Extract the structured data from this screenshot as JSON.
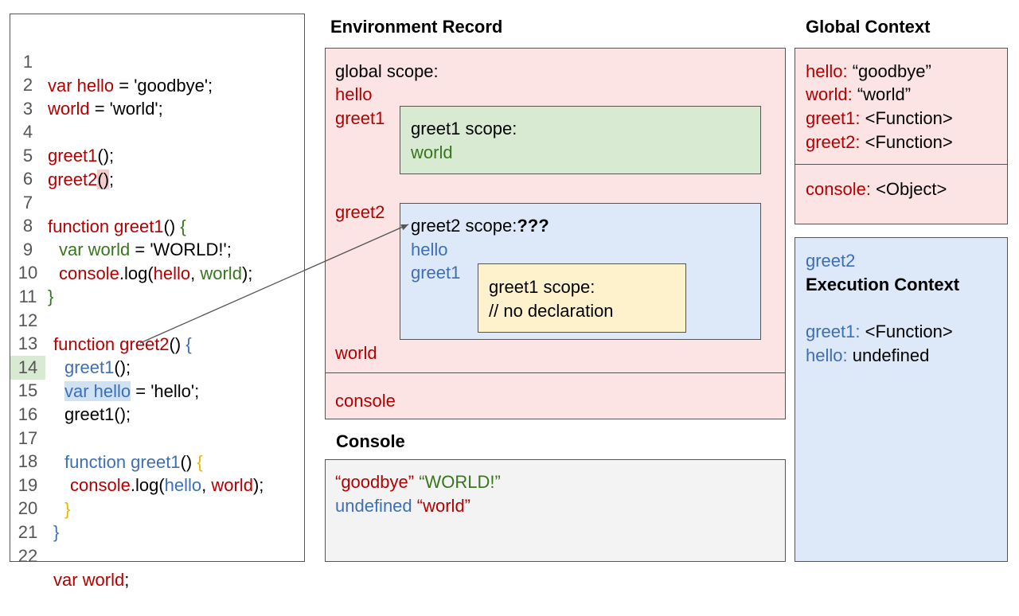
{
  "code": {
    "lines": [
      {
        "n": "1",
        "parts": [
          "var hello",
          " = 'goodbye';"
        ]
      },
      {
        "n": "2",
        "parts": [
          "world",
          " = 'world';"
        ]
      },
      {
        "n": "3",
        "parts": []
      },
      {
        "n": "4",
        "parts": [
          "greet1",
          "();"
        ]
      },
      {
        "n": "5",
        "parts": [
          "greet2",
          "()",
          ";"
        ]
      },
      {
        "n": "6",
        "parts": []
      },
      {
        "n": "7",
        "parts": [
          "function greet1",
          "() ",
          "{"
        ]
      },
      {
        "n": "8",
        "parts": [
          "var world",
          " = 'WORLD!';"
        ]
      },
      {
        "n": "9",
        "parts": [
          "console",
          ".log(",
          "hello",
          ", ",
          "world",
          ");"
        ]
      },
      {
        "n": "10",
        "parts": [
          "}"
        ]
      },
      {
        "n": "11",
        "parts": []
      },
      {
        "n": "12",
        "parts": [
          "function greet2",
          "() ",
          "{"
        ]
      },
      {
        "n": "13",
        "parts": [
          "greet1",
          "();"
        ]
      },
      {
        "n": "14",
        "parts": [
          "var hello",
          " = 'hello';"
        ]
      },
      {
        "n": "15",
        "parts": [
          "greet1();"
        ]
      },
      {
        "n": "16",
        "parts": []
      },
      {
        "n": "17",
        "parts": [
          "function greet1",
          "() ",
          "{"
        ]
      },
      {
        "n": "18",
        "parts": [
          "console",
          ".log(",
          "hello",
          ", ",
          "world",
          ");"
        ]
      },
      {
        "n": "19",
        "parts": [
          "}"
        ]
      },
      {
        "n": "20",
        "parts": [
          "}"
        ]
      },
      {
        "n": "21",
        "parts": []
      },
      {
        "n": "22",
        "parts": [
          "var world",
          ";"
        ]
      }
    ]
  },
  "env": {
    "title": "Environment Record",
    "global_scope_label": "global scope:",
    "hello": "hello",
    "greet1": "greet1",
    "greet2": "greet2",
    "world": "world",
    "console": "console",
    "greet1_scope": {
      "label": "greet1 scope:",
      "var": "world"
    },
    "greet2_scope": {
      "label": "greet2 scope:",
      "unknown": "???",
      "hello": "hello",
      "greet1": "greet1"
    },
    "inner_scope": {
      "label": "greet1 scope:",
      "note": "// no declaration"
    }
  },
  "console": {
    "title": "Console",
    "line1": {
      "a": "“goodbye”",
      "b": "“WORLD!”"
    },
    "line2": {
      "a": "undefined",
      "b": "“world”"
    }
  },
  "global_context": {
    "title": "Global Context",
    "rows": [
      {
        "key": "hello:",
        "value": "“goodbye”"
      },
      {
        "key": "world:",
        "value": "“world”"
      },
      {
        "key": "greet1:",
        "value": "<Function>"
      },
      {
        "key": "greet2:",
        "value": "<Function>"
      }
    ],
    "console_key": "console:",
    "console_value": "<Object>"
  },
  "exec_context": {
    "name": "greet2",
    "title": "Execution Context",
    "rows": [
      {
        "key": "greet1:",
        "value": "<Function>"
      },
      {
        "key": "hello:",
        "value": "undefined"
      }
    ]
  },
  "colors": {
    "red": "#b30000",
    "green": "#38761d",
    "blue": "#3d6fb4",
    "pink_bg": "#fde4e4",
    "green_bg": "#d9ead3",
    "blue_bg": "#dde8f8",
    "yellow_bg": "#fef2cc",
    "gray_bg": "#f3f3f3"
  }
}
